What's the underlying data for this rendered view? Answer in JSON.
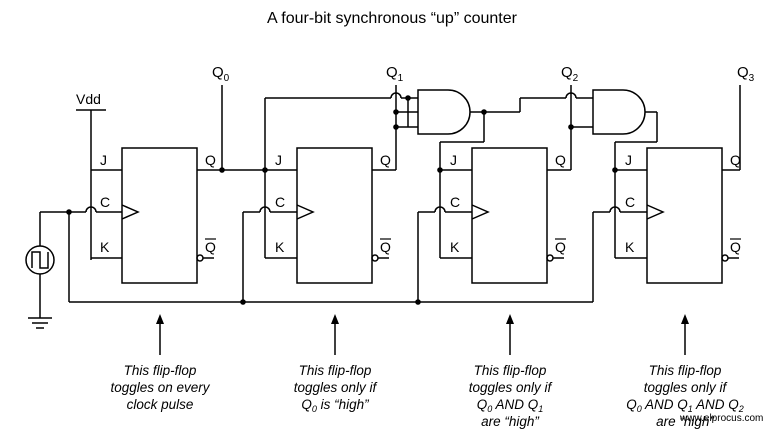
{
  "title": "A four-bit synchronous “up” counter",
  "labels": {
    "vdd": "Vdd",
    "j": "J",
    "c": "C",
    "k": "K",
    "q": "Q",
    "q_letter": "Q",
    "q_subs": [
      "0",
      "1",
      "2",
      "3"
    ]
  },
  "notes": [
    {
      "line1": "This flip-flop",
      "line2": "toggles on every",
      "line3": "clock pulse"
    },
    {
      "line1": "This flip-flop",
      "line2": "toggles only if",
      "l3_q0": "Q",
      "l3_s0": "0",
      "l3_rest": " is “high”"
    },
    {
      "line1": "This flip-flop",
      "line2": "toggles only if",
      "l3_q0": "Q",
      "l3_s0": "0",
      "l3_and1": " AND Q",
      "l3_s1": "1",
      "line4": "are “high”"
    },
    {
      "line1": "This flip-flop",
      "line2": "toggles only if",
      "l3_q0": "Q",
      "l3_s0": "0",
      "l3_and1": " AND Q",
      "l3_s1": "1",
      "l3_and2": " AND Q",
      "l3_s2": "2",
      "line4": "are “high”"
    }
  ],
  "watermark": "www.elprocus.com"
}
